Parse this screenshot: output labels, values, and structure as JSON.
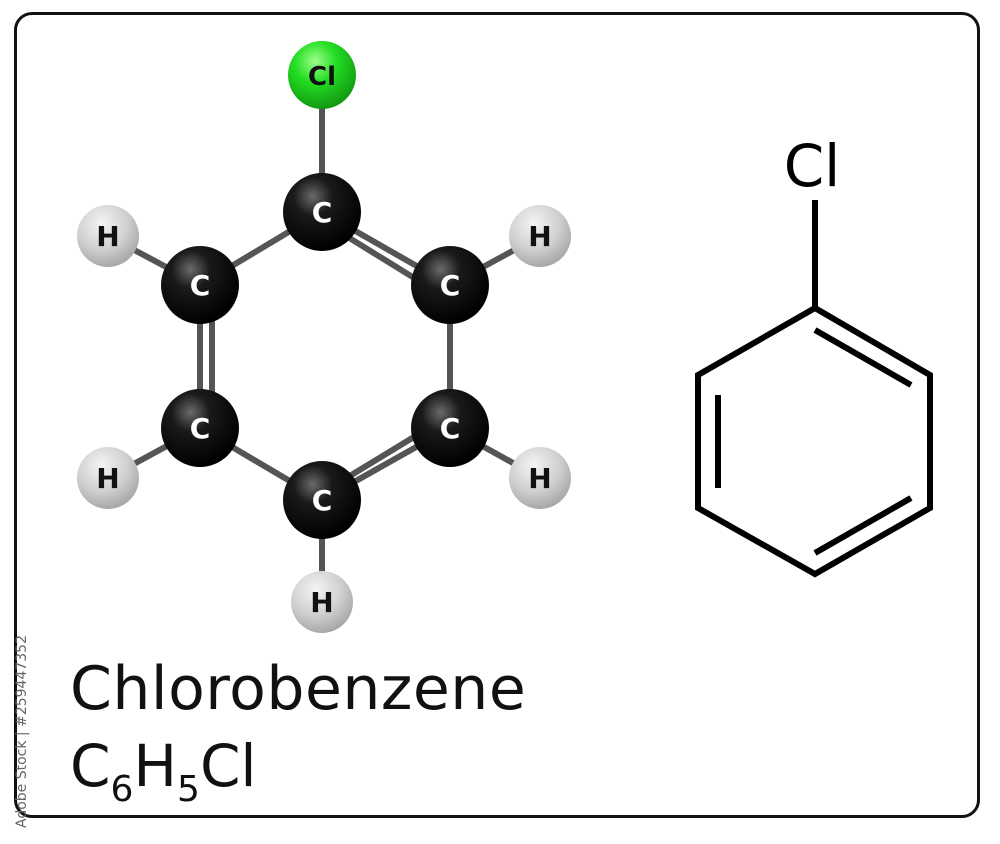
{
  "molecule": {
    "name": "Chlorobenzene",
    "formula": {
      "c": "C",
      "c_count": "6",
      "h": "H",
      "h_count": "5",
      "cl": "Cl"
    }
  },
  "ball_model": {
    "atoms": {
      "chlorine": "Cl",
      "carbon": "C",
      "hydrogen": "H"
    },
    "colors": {
      "chlorine": "#22dd22",
      "carbon": "#000000",
      "hydrogen": "#cccccc",
      "bond": "#555555"
    }
  },
  "skeletal_formula": {
    "substituent_label": "Cl"
  },
  "watermark": {
    "credit": "Adobe Stock | #259447352"
  }
}
